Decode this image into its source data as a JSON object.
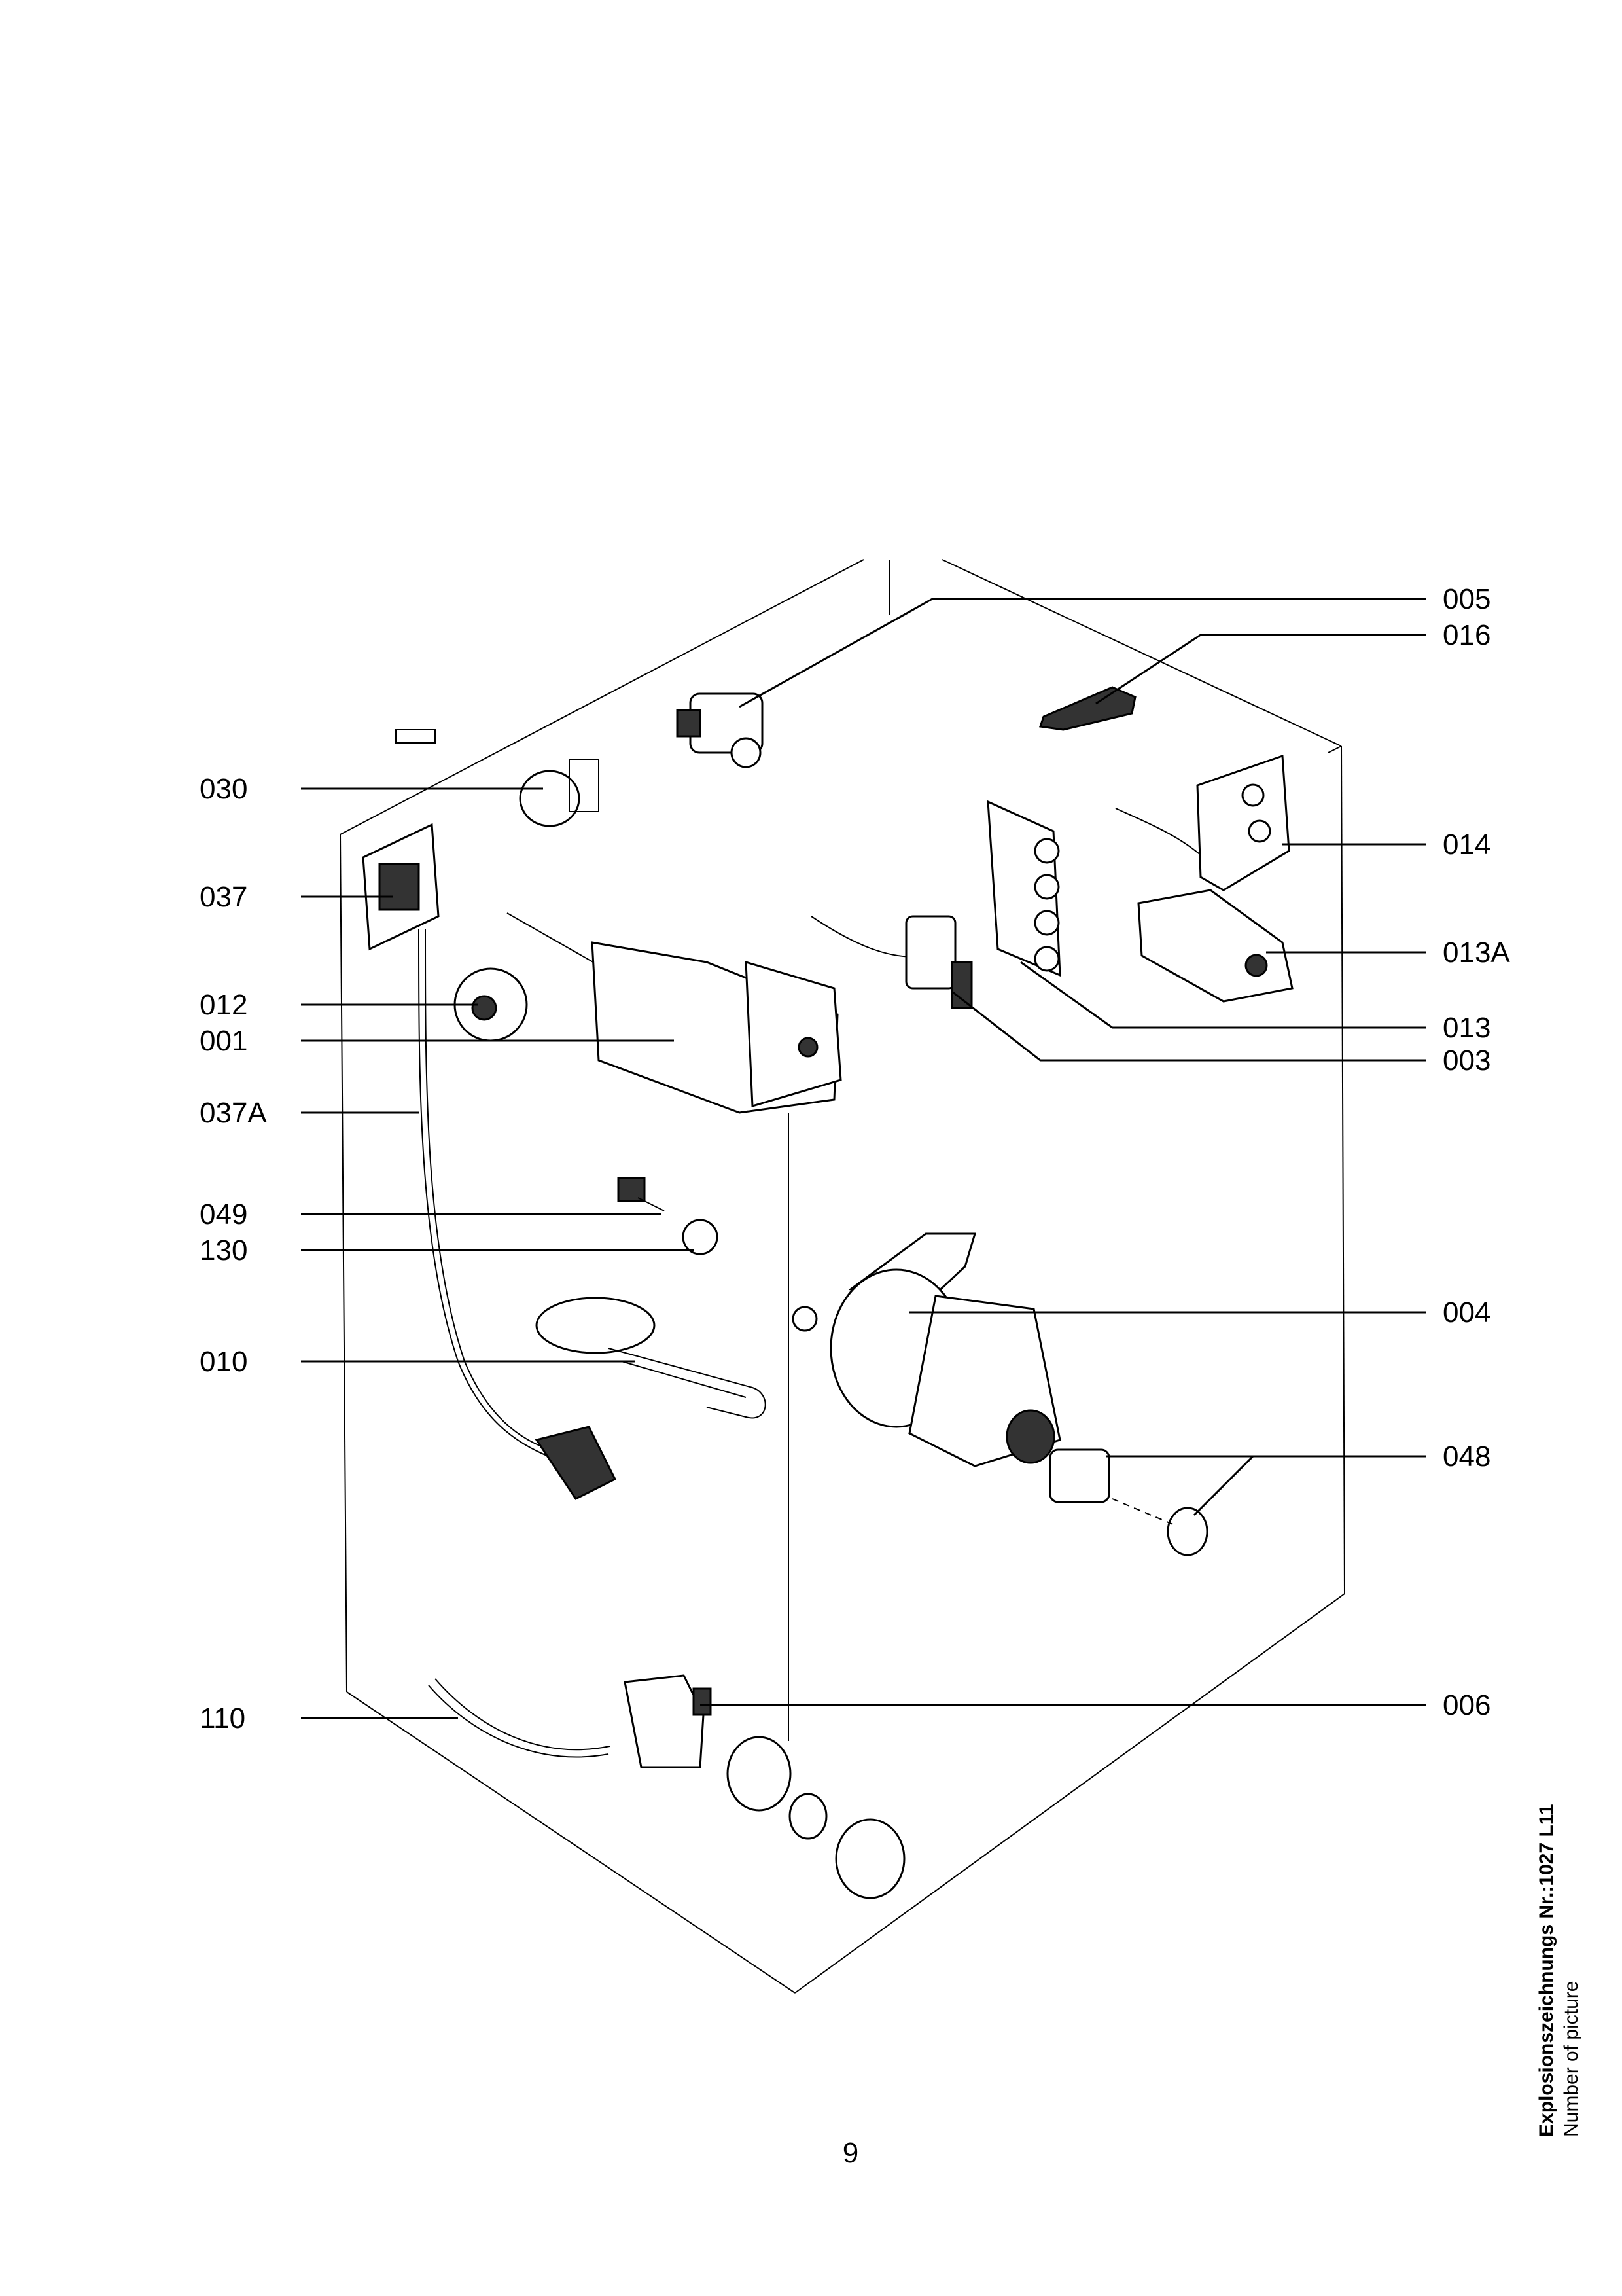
{
  "diagram": {
    "callouts": [
      {
        "id": "005",
        "label": "005"
      },
      {
        "id": "016",
        "label": "016"
      },
      {
        "id": "030",
        "label": "030"
      },
      {
        "id": "014",
        "label": "014"
      },
      {
        "id": "037",
        "label": "037"
      },
      {
        "id": "013A",
        "label": "013A"
      },
      {
        "id": "012",
        "label": "012"
      },
      {
        "id": "013",
        "label": "013"
      },
      {
        "id": "001",
        "label": "001"
      },
      {
        "id": "003",
        "label": "003"
      },
      {
        "id": "037A",
        "label": "037A"
      },
      {
        "id": "049",
        "label": "049"
      },
      {
        "id": "130",
        "label": "130"
      },
      {
        "id": "004",
        "label": "004"
      },
      {
        "id": "010",
        "label": "010"
      },
      {
        "id": "048",
        "label": "048"
      },
      {
        "id": "110",
        "label": "110"
      },
      {
        "id": "006",
        "label": "006"
      }
    ]
  },
  "footer": {
    "page_number": "9",
    "caption_title": "Explosionszeichnungs Nr.:1027 L11",
    "caption_subtitle": "Number of picture"
  }
}
